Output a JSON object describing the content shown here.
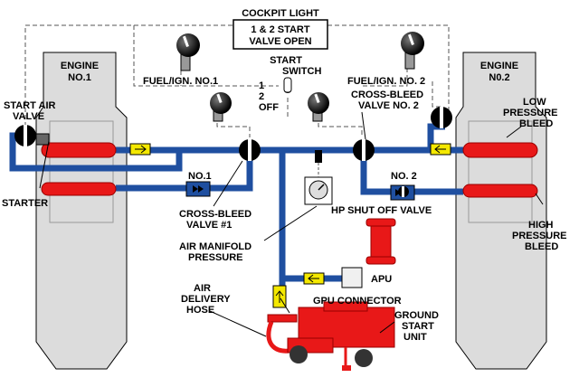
{
  "colors": {
    "pipe": "#1f4fa0",
    "red_component": "#e81818",
    "engine_fill": "#dcdcdc",
    "flow_arrow": "#f4e800",
    "black": "#000000"
  },
  "labels": {
    "cockpit_light": "COCKPIT LIGHT",
    "valve_open_line1": "1 & 2 START",
    "valve_open_line2": "VALVE OPEN",
    "engine1_line1": "ENGINE",
    "engine1_line2": "NO.1",
    "engine2_line1": "ENGINE",
    "engine2_line2": "N0.2",
    "fuel_ign1": "FUEL/IGN. NO.1",
    "fuel_ign2": "FUEL/IGN. NO. 2",
    "start_switch_line1": "START",
    "start_switch_line2": "SWITCH",
    "switch_pos1": "1",
    "switch_pos2": "2",
    "switch_off": "OFF",
    "start_air_valve_line1": "START AIR",
    "start_air_valve_line2": "VALVE",
    "starter": "STARTER",
    "crossbleed2_line1": "CROSS-BLEED",
    "crossbleed2_line2": "VALVE NO. 2",
    "crossbleed1_line1": "CROSS-BLEED",
    "crossbleed1_line2": "VALVE #1",
    "check_no1": "NO.1",
    "check_no2": "NO. 2",
    "low_pressure_line1": "LOW",
    "low_pressure_line2": "PRESSURE",
    "low_pressure_line3": "BLEED",
    "high_pressure_line1": "HIGH",
    "high_pressure_line2": "PRESSURE",
    "high_pressure_line3": "BLEED",
    "hp_shutoff": "HP SHUT OFF VALVE",
    "manifold_line1": "AIR MANIFOLD",
    "manifold_line2": "PRESSURE",
    "apu": "APU",
    "hose_line1": "AIR",
    "hose_line2": "DELIVERY",
    "hose_line3": "HOSE",
    "gpu_connector": "GPU CONNECTOR",
    "ground_line1": "GROUND",
    "ground_line2": "START",
    "ground_line3": "UNIT"
  }
}
